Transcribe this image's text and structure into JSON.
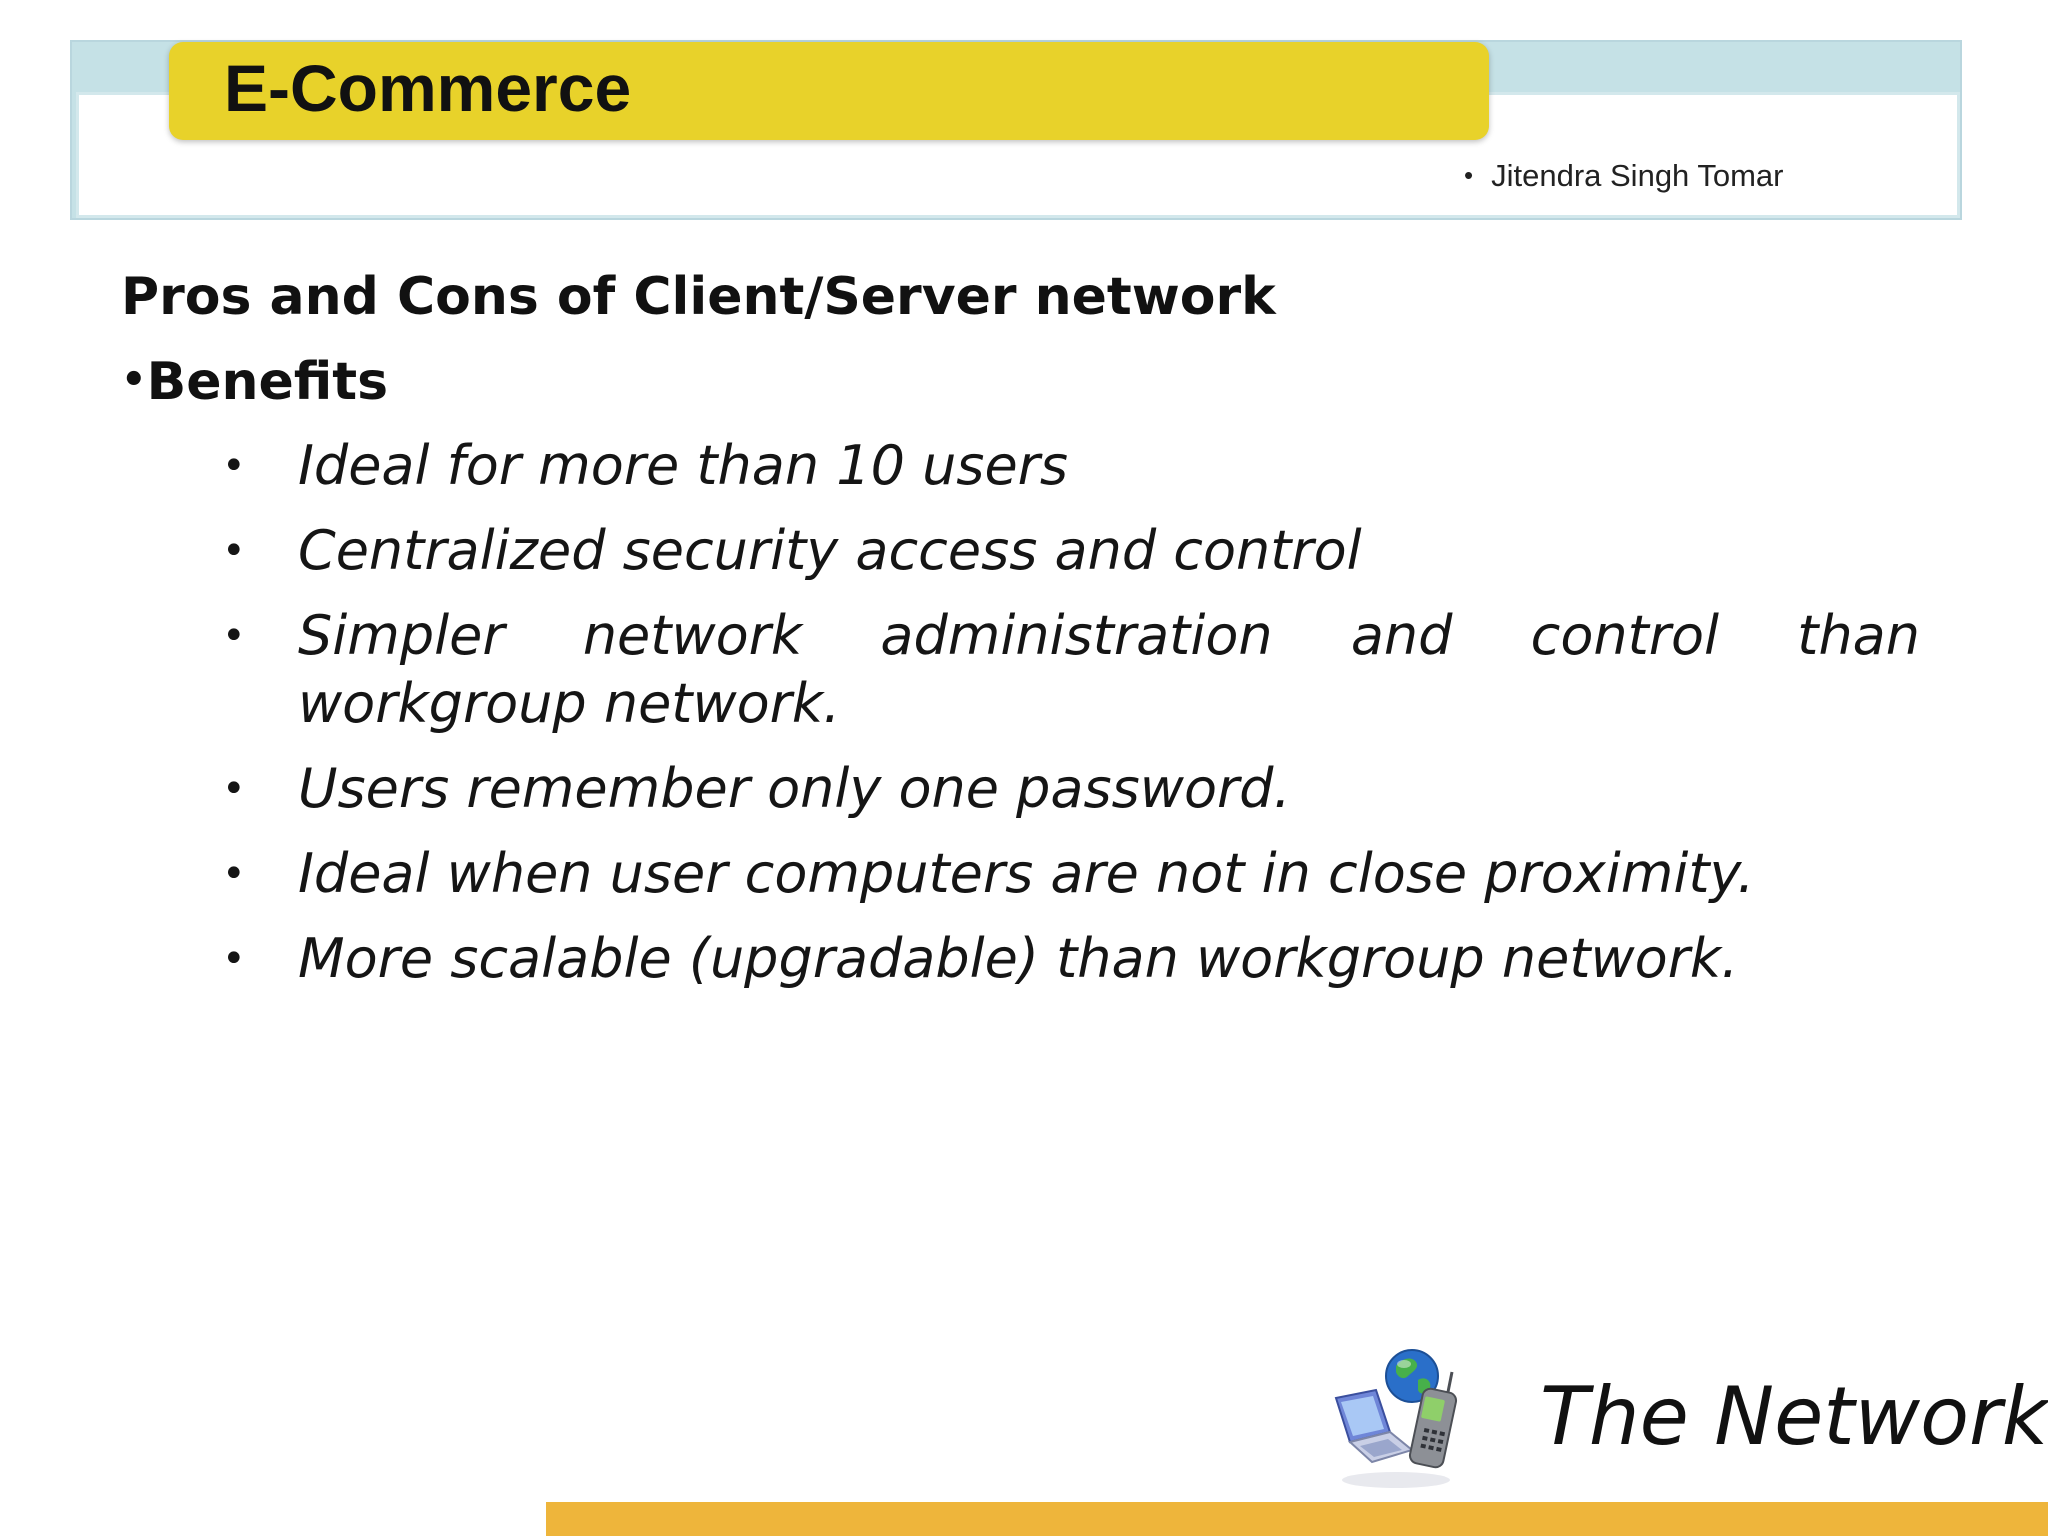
{
  "header": {
    "title": "E-Commerce",
    "author": "Jitendra Singh Tomar",
    "colors": {
      "title_pill": "#e8d22a",
      "frame": "#c5e1e6"
    }
  },
  "content": {
    "heading": "Pros and Cons of Client/Server network",
    "subheading": "Benefits",
    "bullet_symbol": "•",
    "bullets": [
      "Ideal for more than 10 users",
      "Centralized security access and control",
      "Simpler network administration and control than workgroup network.",
      "Users remember only one password.",
      "Ideal when user computers are not in close proximity.",
      "More scalable (upgradable) than workgroup network."
    ]
  },
  "footer": {
    "caption": "The Network",
    "icon": "network-devices-icon",
    "bar_color": "#eeb53b"
  }
}
